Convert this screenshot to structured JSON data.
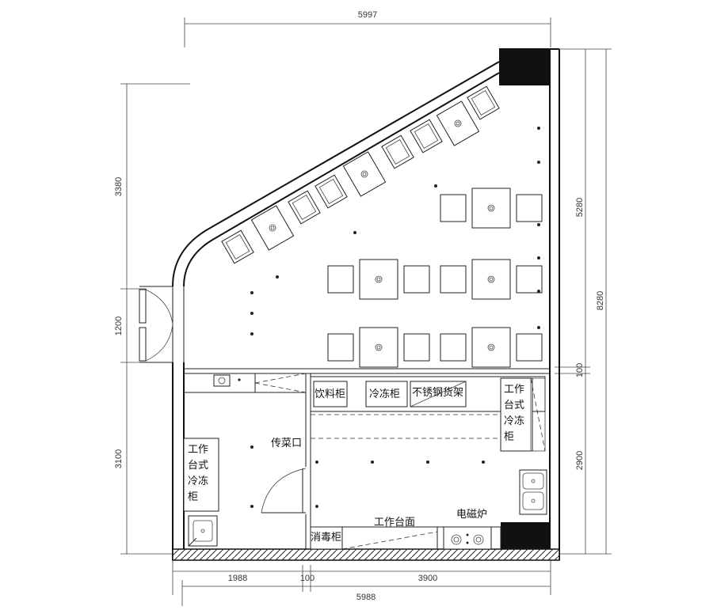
{
  "dimensions": {
    "top_width": "5997",
    "bottom_total": "5988",
    "bottom_left": "1988",
    "bottom_mid": "100",
    "bottom_right": "3900",
    "left_top": "3380",
    "left_door": "1200",
    "left_bottom": "3100",
    "right_upper": "5280",
    "right_total": "8280",
    "right_mid": "100",
    "right_lower": "2900"
  },
  "labels": {
    "drink_cabinet": "饮料柜",
    "freezer": "冷冻柜",
    "steel_shelf": "不锈钢货架",
    "bench_freezer_right": [
      "工作",
      "台式",
      "冷冻",
      "柜"
    ],
    "bench_freezer_left": [
      "工作",
      "台式",
      "冷冻",
      "柜"
    ],
    "serving_window": "传菜口",
    "disinfection_cabinet": "消毒柜",
    "worktop": "工作台面",
    "induction_cooker": "电磁炉"
  }
}
